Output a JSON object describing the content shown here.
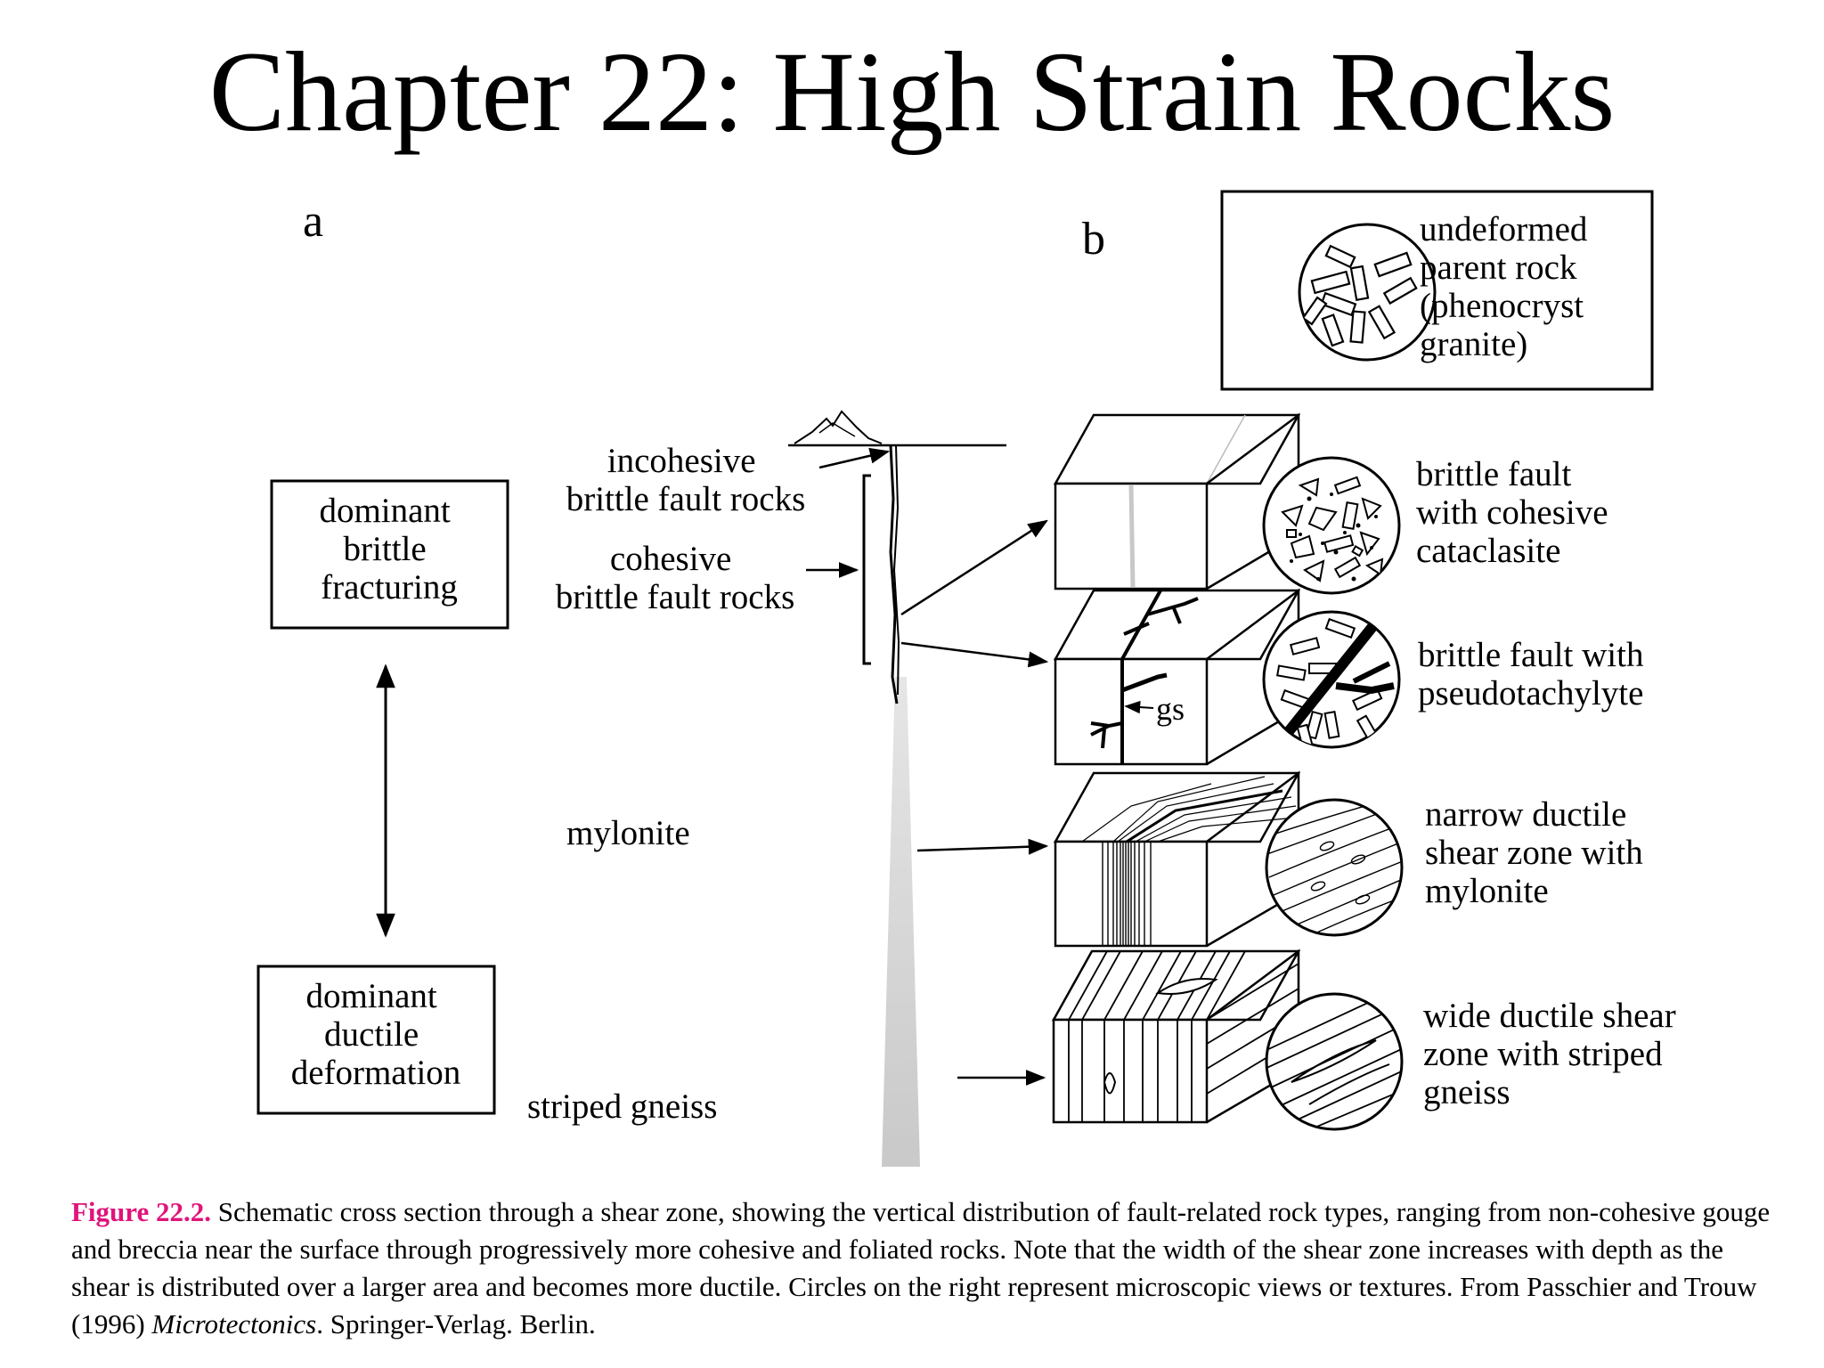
{
  "slide": {
    "title": "Chapter 22: High Strain Rocks"
  },
  "panels": {
    "a": "a",
    "b": "b"
  },
  "boxes": {
    "brittle": [
      "dominant",
      "brittle",
      "fracturing"
    ],
    "ductile": [
      "dominant",
      "ductile",
      "deformation"
    ],
    "parent": [
      "undeformed",
      "parent rock",
      "(phenocryst",
      "granite)"
    ]
  },
  "depth_labels": {
    "incohesive": [
      "incohesive",
      "brittle fault rocks"
    ],
    "cohesive": [
      "cohesive",
      "brittle fault rocks"
    ],
    "mylonite": "mylonite",
    "striped": "striped gneiss"
  },
  "block_labels": {
    "b1": [
      "brittle fault",
      "with cohesive",
      "cataclasite"
    ],
    "b2": [
      "brittle fault with",
      "pseudotachylyte"
    ],
    "b3": [
      "narrow ductile",
      "shear zone with",
      "mylonite"
    ],
    "b4": [
      "wide ductile shear",
      "zone with striped",
      "gneiss"
    ],
    "gs": "gs"
  },
  "caption": {
    "label": "Figure 22.2.",
    "text_main": " Schematic cross section through a shear zone, showing the vertical distribution of fault-related rock types, ranging from non-cohesive gouge and breccia near the surface through progressively more cohesive and foliated rocks. Note that the width of the shear zone increases with depth as the shear is distributed over a larger area and becomes more ductile. Circles on the right represent microscopic views or textures. From Passchier and Trouw (1996) ",
    "book": "Microtectonics",
    "text_end": ". Springer-Verlag. Berlin."
  }
}
